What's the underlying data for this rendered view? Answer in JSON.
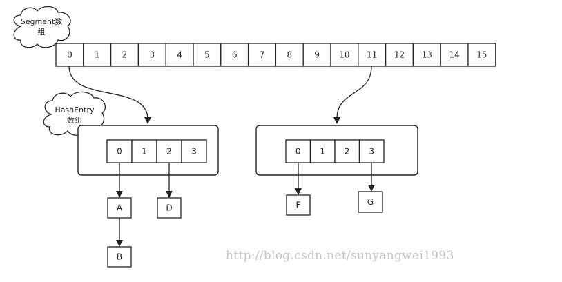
{
  "segment": {
    "label_line1": "Segment数",
    "label_line2": "组",
    "cells": [
      "0",
      "1",
      "2",
      "3",
      "4",
      "5",
      "6",
      "7",
      "8",
      "9",
      "10",
      "11",
      "12",
      "13",
      "14",
      "15"
    ]
  },
  "hash_entry_label": {
    "line1": "HashEntry",
    "line2": "数组"
  },
  "tables": [
    {
      "cells": [
        "0",
        "1",
        "2",
        "3"
      ],
      "nodes": [
        {
          "label": "A",
          "from_cell": 0
        },
        {
          "label": "D",
          "from_cell": 2
        },
        {
          "label": "B",
          "from_node": 0
        }
      ]
    },
    {
      "cells": [
        "0",
        "1",
        "2",
        "3"
      ],
      "nodes": [
        {
          "label": "F",
          "from_cell": 0
        },
        {
          "label": "G",
          "from_cell": 3
        }
      ]
    }
  ],
  "watermark": "http://blog.csdn.net/sunyangwei1993"
}
